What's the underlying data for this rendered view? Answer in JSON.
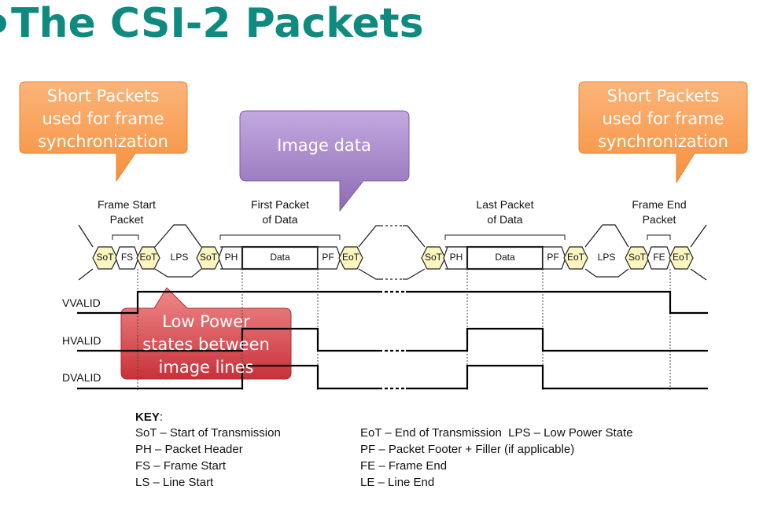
{
  "slide": {
    "title": "The CSI-2 Packets"
  },
  "callouts": {
    "short_left": [
      "Short Packets",
      "used for frame",
      "synchronization"
    ],
    "short_right": [
      "Short Packets",
      "used for frame",
      "synchronization"
    ],
    "image_data": "Image data",
    "low_power": [
      "Low Power",
      "states between",
      "image lines"
    ]
  },
  "packet_labels": {
    "frame_start": [
      "Frame Start",
      "Packet"
    ],
    "first_packet": [
      "First Packet",
      "of Data"
    ],
    "last_packet": [
      "Last Packet",
      "of Data"
    ],
    "frame_end": [
      "Frame End",
      "Packet"
    ]
  },
  "tokens": {
    "sot": "SoT",
    "fs": "FS",
    "eot": "EoT",
    "lps": "LPS",
    "ph": "PH",
    "data": "Data",
    "pf": "PF",
    "fe": "FE"
  },
  "signals": {
    "vvalid": "VVALID",
    "hvalid": "HVALID",
    "dvalid": "DVALID"
  },
  "key": {
    "heading": "KEY",
    "heading_suffix": ":",
    "left": [
      "SoT – Start of Transmission",
      "PH – Packet Header",
      "FS – Frame Start",
      "LS – Line Start"
    ],
    "right": [
      "EoT – End of Transmission  LPS – Low Power State",
      "PF – Packet Footer + Filler (if applicable)",
      "FE – Frame End",
      "LE – Line End"
    ]
  },
  "colors": {
    "title": "#0e8a7e",
    "orange_callout": "#f9a05a",
    "purple_callout": "#a98bc9",
    "red_callout": "#d9484c",
    "token_fill": "#fbf6c0"
  }
}
